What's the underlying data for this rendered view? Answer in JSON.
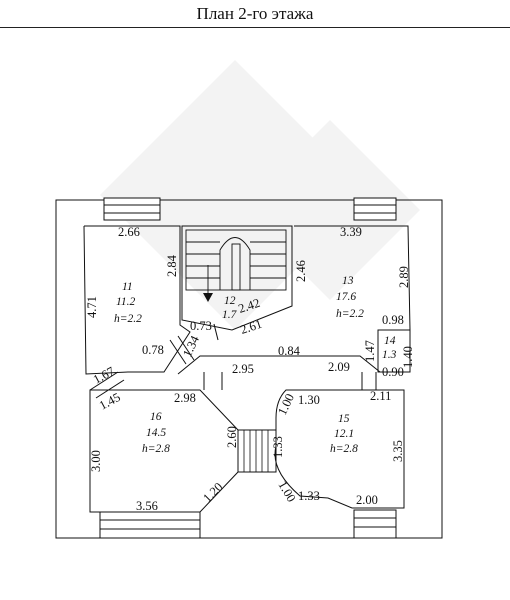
{
  "title": "План 2-го этажа",
  "rooms": [
    {
      "id": "11",
      "area": "11.2",
      "height": "h=2.2"
    },
    {
      "id": "12",
      "area": "1.7",
      "height": ""
    },
    {
      "id": "13",
      "area": "17.6",
      "height": "h=2.2"
    },
    {
      "id": "14",
      "area": "1.3",
      "height": ""
    },
    {
      "id": "15",
      "area": "12.1",
      "height": "h=2.8"
    },
    {
      "id": "16",
      "area": "14.5",
      "height": "h=2.8"
    }
  ],
  "dimensions": [
    "2.66",
    "4.71",
    "2.84",
    "3.39",
    "2.46",
    "2.89",
    "0.73",
    "2.42",
    "2.61",
    "0.98",
    "1.47",
    "1.40",
    "0.90",
    "1.34",
    "0.78",
    "1.67",
    "1.45",
    "2.95",
    "0.84",
    "2.09",
    "2.11",
    "2.98",
    "2.60",
    "1.00",
    "1.30",
    "1.33",
    "3.35",
    "3.00",
    "1.20",
    "1.00",
    "1.33",
    "2.00",
    "3.56"
  ],
  "colors": {
    "line": "#111111",
    "watermark": "#f4f4f4"
  }
}
